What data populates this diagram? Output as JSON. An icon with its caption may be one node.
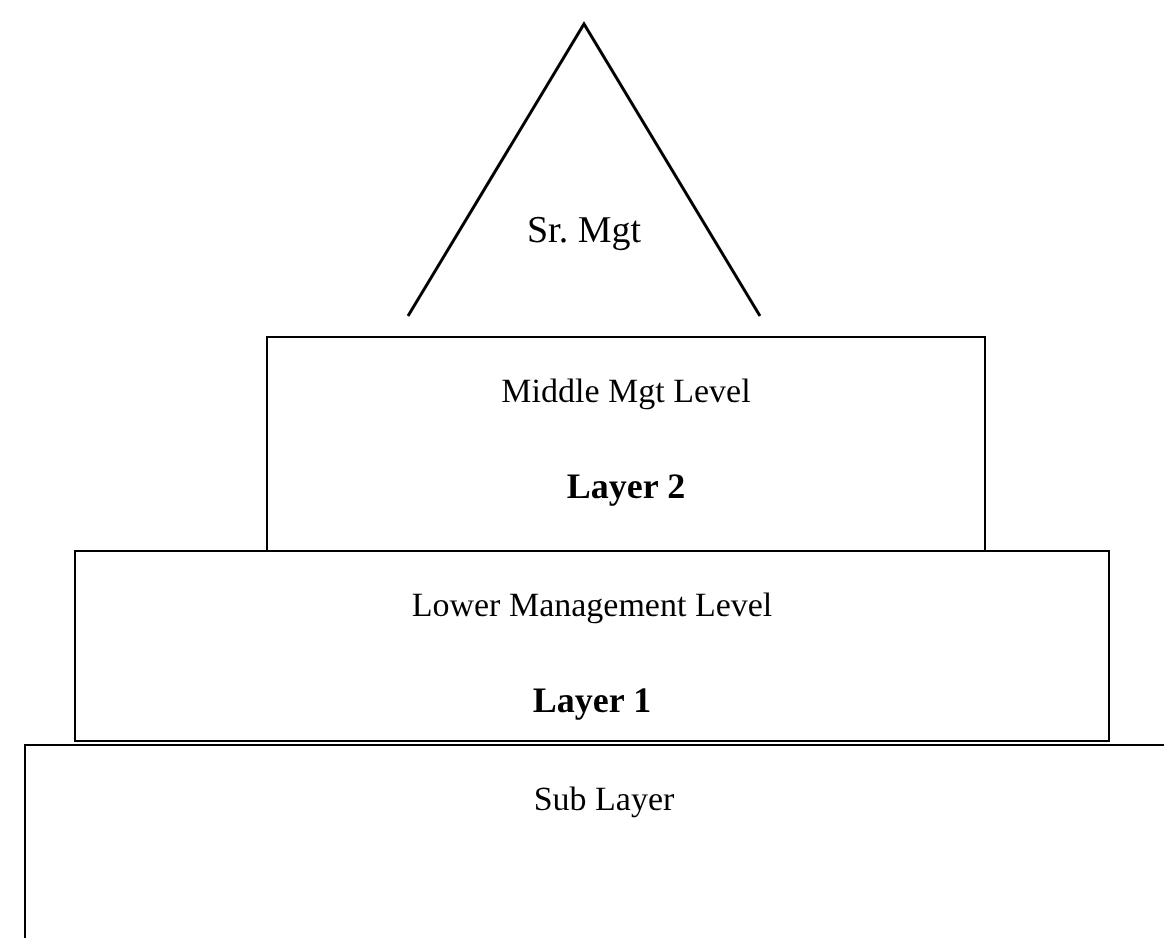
{
  "diagram": {
    "nodes": [
      {
        "text": [
          "Sr. Mgt"
        ]
      },
      {
        "text": [
          "Middle Mgt Level",
          "Layer 2"
        ]
      },
      {
        "text": [
          "Lower Management Level",
          "Layer 1"
        ]
      },
      {
        "text": [
          "Sub Layer"
        ]
      }
    ]
  }
}
